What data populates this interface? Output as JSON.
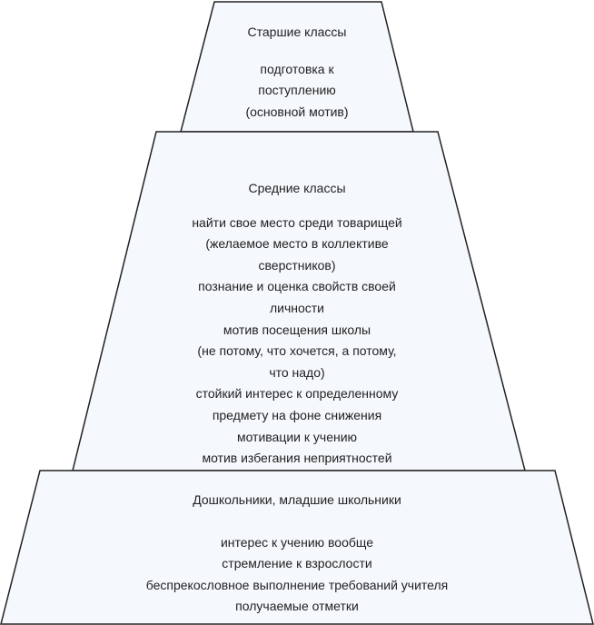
{
  "colors": {
    "fill": "#f5f8fc",
    "stroke": "#222222",
    "text": "#222222"
  },
  "tiers": [
    {
      "title": "Старшие классы",
      "lines": [
        "подготовка к",
        "поступлению",
        "(основной мотив)"
      ]
    },
    {
      "title": "Средние классы",
      "lines": [
        "найти свое место среди товарищей",
        "(желаемое место в коллективе",
        "сверстников)",
        "познание и оценка свойств своей",
        "личности",
        "мотив посещения школы",
        "(не потому, что хочется, а потому,",
        "что надо)",
        "стойкий интерес к определенному",
        "предмету на фоне снижения",
        "мотивации к учению",
        "мотив избегания неприятностей"
      ]
    },
    {
      "title": "Дошкольники, младшие школьники",
      "lines": [
        "интерес к учению вообще",
        "стремление к взрослости",
        "беспрекословное выполнение требований учителя",
        "получаемые отметки"
      ]
    }
  ]
}
